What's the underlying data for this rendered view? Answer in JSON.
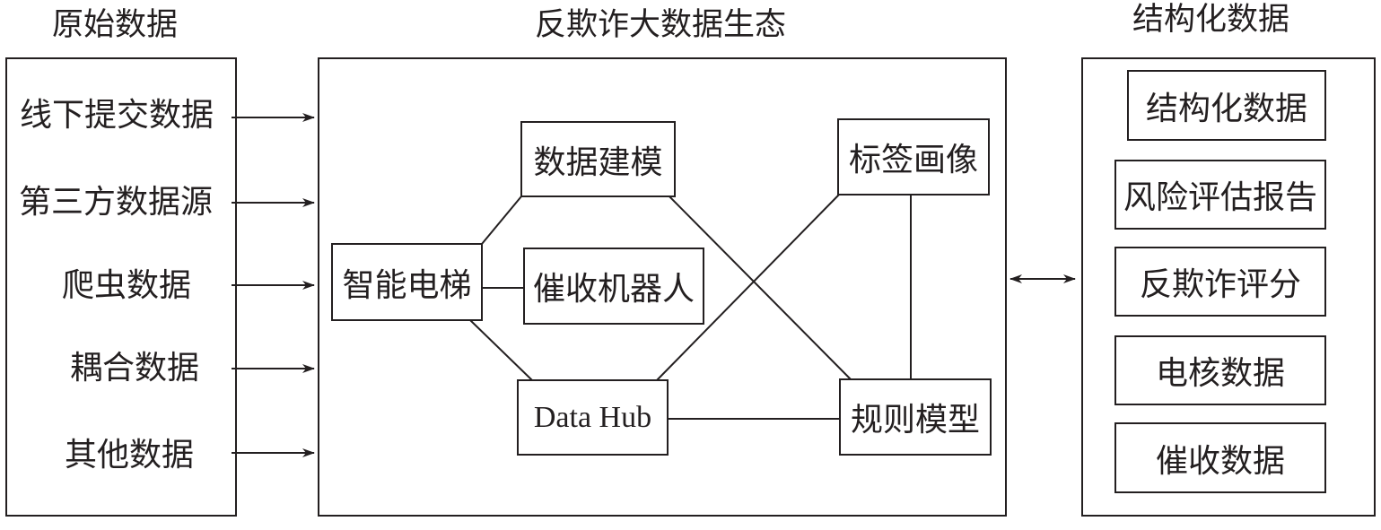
{
  "titles": {
    "raw": "原始数据",
    "ecosystem": "反欺诈大数据生态",
    "structured": "结构化数据"
  },
  "raw_sources": [
    "线下提交数据",
    "第三方数据源",
    "爬虫数据",
    "耦合数据",
    "其他数据"
  ],
  "ecosystem_nodes": {
    "data_modeling": "数据建模",
    "tag_profile": "标签画像",
    "smart_elevator": "智能电梯",
    "collection_robot": "催收机器人",
    "data_hub": "Data Hub",
    "rule_model": "规则模型"
  },
  "outputs": [
    "结构化数据",
    "风险评估报告",
    "反欺诈评分",
    "电核数据",
    "催收数据"
  ]
}
